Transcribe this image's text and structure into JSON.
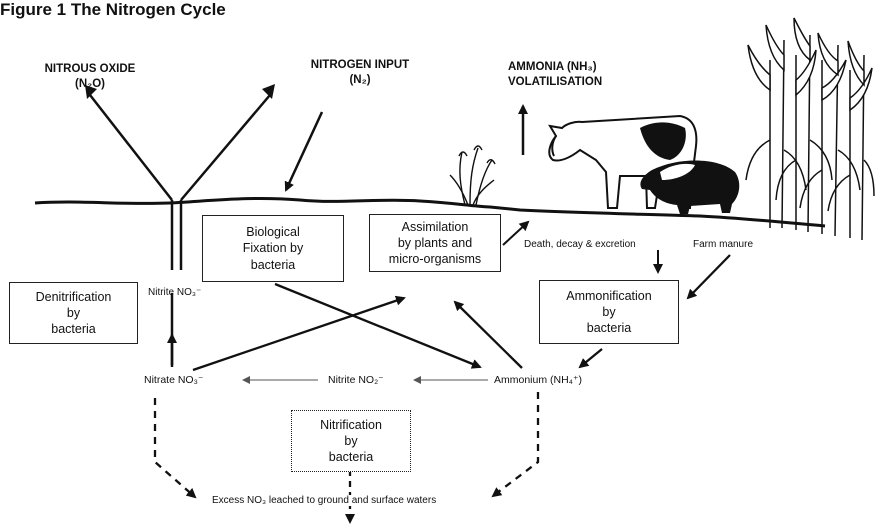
{
  "heading": "Figure 1 The Nitrogen Cycle",
  "top_labels": {
    "nitrous_oxide_line1": "NITROUS OXIDE",
    "nitrous_oxide_line2": "(N₂O)",
    "nitrogen_input_line1": "NITROGEN INPUT",
    "nitrogen_input_line2": "(N₂)",
    "ammonia_line1": "AMMONIA (NH₃)",
    "ammonia_line2": "VOLATILISATION"
  },
  "boxes": {
    "biological_fixation": "Biological\nFixation by\nbacteria",
    "assimilation": "Assimilation\nby plants and\nmicro-organisms",
    "denitrification": "Denitrification\nby\nbacteria",
    "ammonification": "Ammonification\nby\nbacteria",
    "nitrification": "Nitrification\nby\nbacteria"
  },
  "labels": {
    "nitrite_upper": "Nitrite NO₃⁻",
    "nitrate": "Nitrate NO₃⁻",
    "nitrite_mid": "Nitrite NO₂⁻",
    "ammonium": "Ammonium (NH₄⁺)",
    "death_decay": "Death, decay & excretion",
    "farm_manure": "Farm manure",
    "excess_leached": "Excess NO₃ leached to ground and surface waters"
  }
}
